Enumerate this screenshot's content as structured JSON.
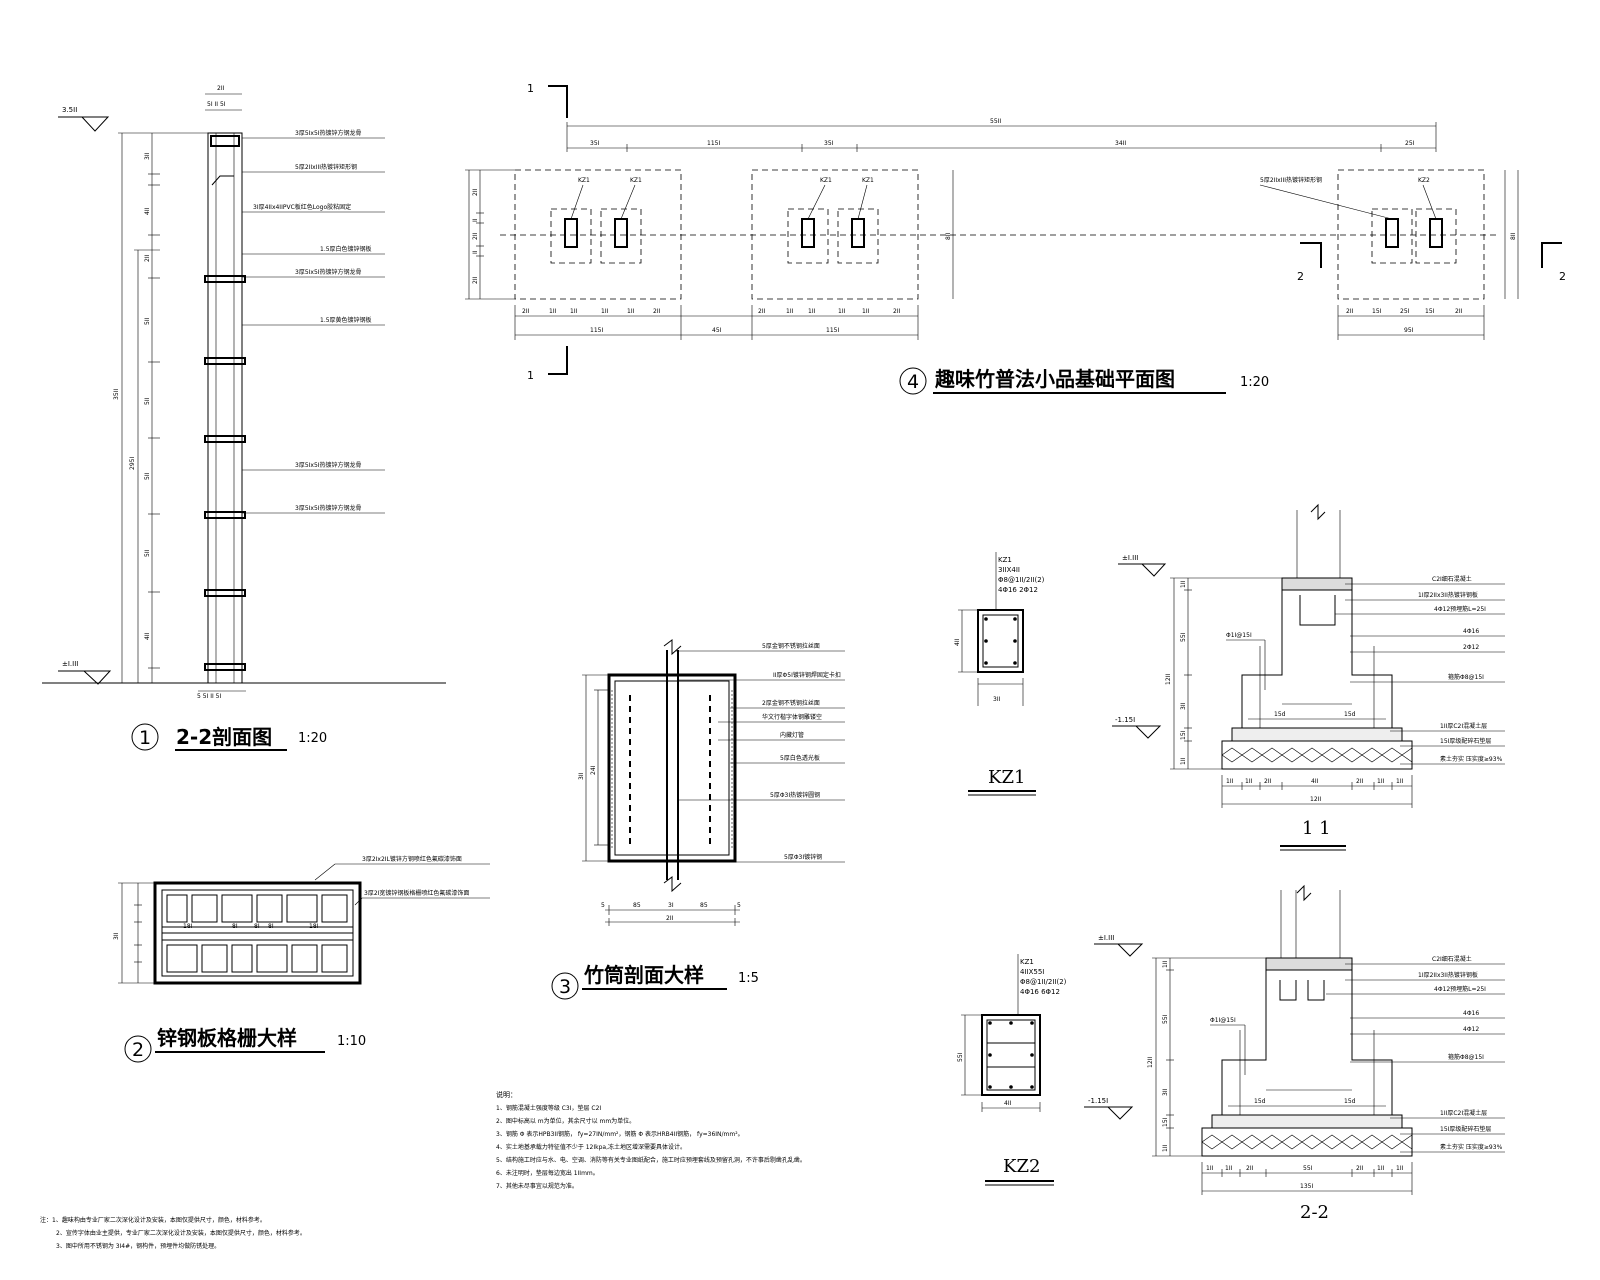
{
  "titles": {
    "t1_num": "1",
    "t1_text": "2-2剖面图",
    "t1_scale": "1:20",
    "t2_num": "2",
    "t2_text": "锌钢板格栅大样",
    "t2_scale": "1:10",
    "t3_num": "3",
    "t3_text": "竹筒剖面大样",
    "t3_scale": "1:5",
    "t4_num": "4",
    "t4_text": "趣味竹普法小品基础平面图",
    "t4_scale": "1:20",
    "s11": "1  1",
    "s22": "2-2",
    "kz1": "KZ1",
    "kz2": "KZ2"
  },
  "sec22": {
    "elev_top": "3.5II",
    "elev_bot": "±I.III",
    "total_dim": "35II",
    "mid_dim": "295I",
    "top_dim": "2II",
    "top_sub": "5I  II  5I",
    "bot_sub": "5 5I  II  5I",
    "segs": [
      "3II",
      "4II",
      "2II",
      "5II",
      "5II",
      "5II",
      "5II",
      "4II"
    ],
    "labels": [
      "3厚5Ix5I热镀锌方钢龙骨",
      "5厚2IIxIII热镀锌矩形钢",
      "3I厚4IIx4IIPVC板红色Logo胶粘固定",
      "1.5厚白色镀锌钢板",
      "3厚5Ix5I热镀锌方钢龙骨",
      "1.5厚黄色镀锌钢板",
      "3厚5Ix5I热镀锌方钢龙骨",
      "3厚5Ix5I热镀锌方钢龙骨"
    ]
  },
  "grille": {
    "labels": [
      "3厚2Ix2IL镀锌方钢喷红色氟碳漆饰面",
      "3厚2I宽镀锌钢板格栅喷红色氟碳漆饰面"
    ],
    "dims": [
      "3II",
      "18I",
      "8I",
      "8I",
      "8I",
      "18I"
    ]
  },
  "bamboo": {
    "labels": [
      "5厚金钢不锈钢拉丝面",
      "II厚Φ5I镀锌钢焊固定卡扣",
      "2厚金钢不锈钢拉丝面",
      "华文行楷字体钢雕镂空",
      "内藏灯管",
      "5厚白色透光板",
      "5厚Φ3I热镀锌圆钢",
      "5厚Φ3I镀锌钢"
    ],
    "dims_bot": [
      "5",
      "85",
      "3I",
      "85",
      "5"
    ],
    "dim_total": "2II",
    "dim_h": "3II",
    "dim_h2": "24I"
  },
  "plan": {
    "top_total": "55II",
    "top_dims": [
      "35I",
      "115I",
      "35I",
      "34II",
      "25I"
    ],
    "left_dims": [
      "2II",
      "II",
      "2II",
      "II",
      "2II"
    ],
    "left_total": "8II",
    "bot_dims_a": [
      "2II",
      "1II",
      "1II",
      "1II",
      "1II",
      "2II"
    ],
    "bot_total_a": "115I",
    "gap": "45I",
    "bot_total_b": "115I",
    "bot_dims_c": [
      "2II",
      "15I",
      "25I",
      "15I",
      "2II"
    ],
    "bot_total_c": "95I",
    "kz": [
      "KZ1",
      "KZ1",
      "KZ1",
      "KZ1",
      "KZ2"
    ],
    "note_right": "5厚2IIxIII热镀锌矩形钢",
    "cut1": "1",
    "cut2": "2"
  },
  "kz1": {
    "name": "KZ1",
    "size": "3IIX4II",
    "stirrup": "Φ8@1II/2II(2)",
    "bars": "4Φ16 2Φ12",
    "w": "3II",
    "h": "4II"
  },
  "kz2": {
    "name": "KZ1",
    "size": "4IIX55I",
    "stirrup": "Φ8@1II/2II(2)",
    "bars": "4Φ16 6Φ12",
    "w": "4II",
    "h": "55I"
  },
  "foot1": {
    "elev_top": "±I.III",
    "elev_bot": "-1.15I",
    "dims_v": [
      "1II",
      "55I",
      "3II",
      "15I",
      "1II"
    ],
    "total_v": "12II",
    "labels": [
      "C2I细石混凝土",
      "1I厚2IIx3II热镀锌钢板",
      "4Φ12预埋筋L=25I",
      "4Φ16",
      "2Φ12",
      "箍筋Φ8@15I",
      "1II厚C2I混凝土层",
      "15I厚级配碎石垫层",
      "素土夯实  压实度≥93%"
    ],
    "stirrup_left": "Φ1I@15I",
    "dims_h": [
      "1II",
      "1II",
      "2II",
      "4II",
      "2II",
      "1II",
      "1II"
    ],
    "total_h": "12II",
    "anchor": "15d"
  },
  "foot2": {
    "elev_top": "±I.III",
    "elev_bot": "-1.15I",
    "dims_v": [
      "1II",
      "55I",
      "3II",
      "15I",
      "1II"
    ],
    "total_v": "12II",
    "labels": [
      "C2I细石混凝土",
      "1I厚2IIx3II热镀锌钢板",
      "4Φ12预埋筋L=25I",
      "4Φ16",
      "4Φ12",
      "箍筋Φ8@15I",
      "1II厚C2I混凝土层",
      "15I厚级配碎石垫层",
      "素土夯实  压实度≥93%"
    ],
    "stirrup_left": "Φ1I@15I",
    "dims_h": [
      "1II",
      "1II",
      "2II",
      "55I",
      "2II",
      "1II",
      "1II"
    ],
    "total_h": "135I",
    "anchor": "15d"
  },
  "notes": {
    "title": "说明：",
    "lines": [
      "1、钢筋混凝土强度等级 C3I，垫层 C2I",
      "2、图中标高以 m为单位，其余尺寸以 mm为单位。",
      "3、钢筋 Φ 表示HPB3II钢筋， fy=27IN/mm²，钢筋 Φ 表示HRB4II钢筋， fy=36IN/mm²。",
      "4、实土地基承载力特征值不少于   12Ikpa,冻土地区增深需要具体设计。",
      "5、结构施工时应与水、电、空调、消防等有关专业图纸配合，施工时应预埋套线及预留孔洞，不许事后剔凿孔乱凿。",
      "6、未注明时，垫层每边宽出   1IImm。",
      "7、其他未尽事宜以规范为准。"
    ]
  },
  "footnote": {
    "lines": [
      "注：1、趣味构由专业厂家二次深化设计及安装，本图仅提供尺寸，颜色，材料参考。",
      "2、宣传字体由业主提供，专业厂家二次深化设计及安装，本图仅提供尺寸，颜色，材料参考。",
      "3、图中所用不锈钢为 3I4#，钢构件，预埋件均做防锈处理。"
    ]
  }
}
